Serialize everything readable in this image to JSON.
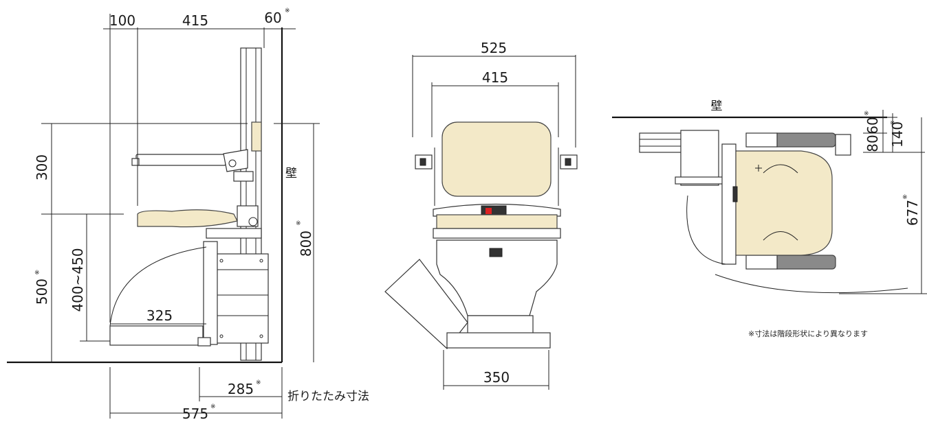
{
  "side_view": {
    "dims": {
      "top_left": "100",
      "top_mid": "415",
      "top_right": "60",
      "left_upper": "300",
      "left_lower": "500",
      "inner_left": "400~450",
      "footrest": "325",
      "right_height": "800",
      "bottom_fold": "285",
      "bottom_total": "575"
    },
    "wall_label": "壁",
    "fold_label": "折りたたみ寸法"
  },
  "front_view": {
    "dims": {
      "top_outer": "525",
      "top_inner": "415",
      "bottom": "350"
    }
  },
  "top_view": {
    "wall_label": "壁",
    "dims": {
      "d60": "60",
      "d80": "80",
      "d140": "140",
      "d677": "677"
    },
    "note": "※寸法は階段形状により異なります"
  },
  "mark": "※"
}
